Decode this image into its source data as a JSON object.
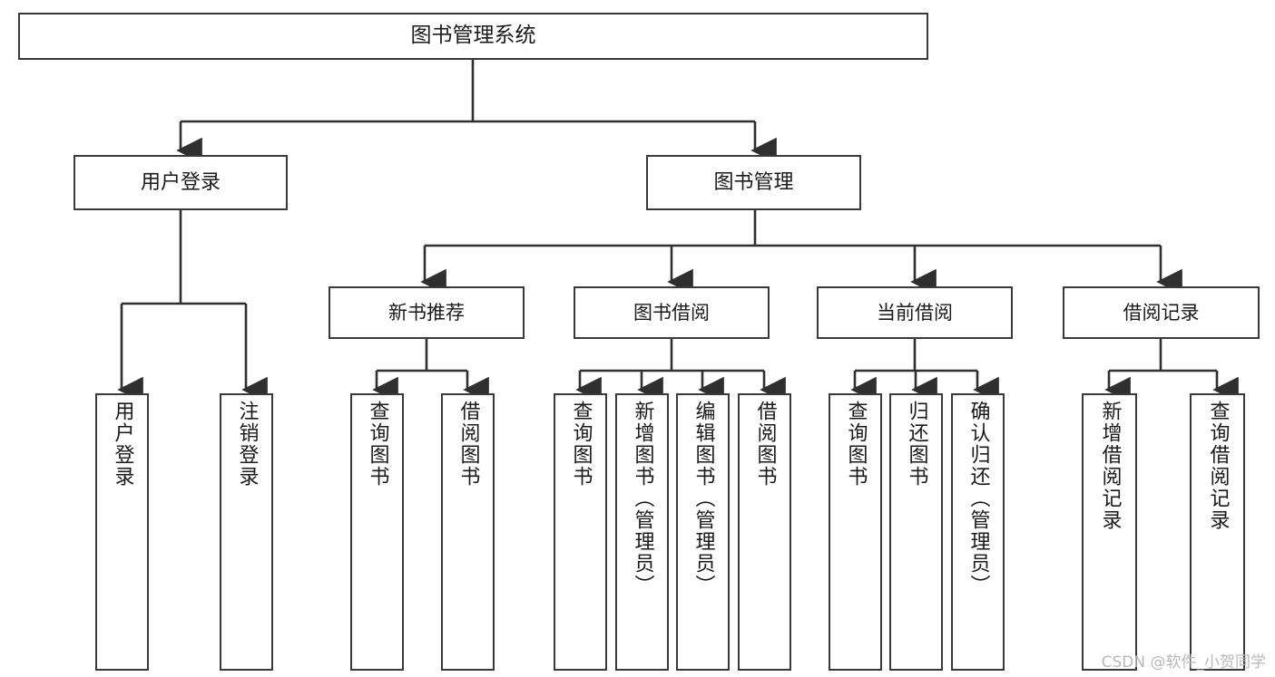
{
  "diagram": {
    "title": "图书管理系统",
    "type": "tree-functional-structure-chart",
    "colors": {
      "box_border": "#3a3a3a",
      "box_fill": "#ffffff",
      "edge": "#2f2f2f",
      "text": "#1a1a1a",
      "watermark": "#b9b9b9",
      "background": "#ffffff"
    },
    "root": {
      "id": "root",
      "label": "图书管理系统"
    },
    "level1": [
      {
        "id": "user-login",
        "label": "用户登录"
      },
      {
        "id": "book-manage",
        "label": "图书管理"
      }
    ],
    "level2": [
      {
        "id": "new-book-rec",
        "label": "新书推荐",
        "parent": "book-manage"
      },
      {
        "id": "book-borrow",
        "label": "图书借阅",
        "parent": "book-manage"
      },
      {
        "id": "current-borrow",
        "label": "当前借阅",
        "parent": "book-manage"
      },
      {
        "id": "borrow-record",
        "label": "借阅记录",
        "parent": "book-manage"
      }
    ],
    "leaves": [
      {
        "id": "leaf-user-login",
        "label": "用户登录",
        "parent": "user-login"
      },
      {
        "id": "leaf-logout",
        "label": "注销登录",
        "parent": "user-login"
      },
      {
        "id": "leaf-query-book-rec",
        "label": "查询图书",
        "parent": "new-book-rec"
      },
      {
        "id": "leaf-borrow-book-rec",
        "label": "借阅图书",
        "parent": "new-book-rec"
      },
      {
        "id": "leaf-query-book-borrow",
        "label": "查询图书",
        "parent": "book-borrow"
      },
      {
        "id": "leaf-add-book",
        "label": "新增图书（管理员）",
        "parent": "book-borrow"
      },
      {
        "id": "leaf-edit-book",
        "label": "编辑图书（管理员）",
        "parent": "book-borrow"
      },
      {
        "id": "leaf-borrow-book",
        "label": "借阅图书",
        "parent": "book-borrow"
      },
      {
        "id": "leaf-query-book-cur",
        "label": "查询图书",
        "parent": "current-borrow"
      },
      {
        "id": "leaf-return-book",
        "label": "归还图书",
        "parent": "current-borrow"
      },
      {
        "id": "leaf-confirm-return",
        "label": "确认归还（管理员）",
        "parent": "current-borrow"
      },
      {
        "id": "leaf-add-record",
        "label": "新增借阅记录",
        "parent": "borrow-record"
      },
      {
        "id": "leaf-query-record",
        "label": "查询借阅记录",
        "parent": "borrow-record"
      }
    ]
  },
  "watermark": {
    "text": "CSDN @软件_小贺同学"
  }
}
